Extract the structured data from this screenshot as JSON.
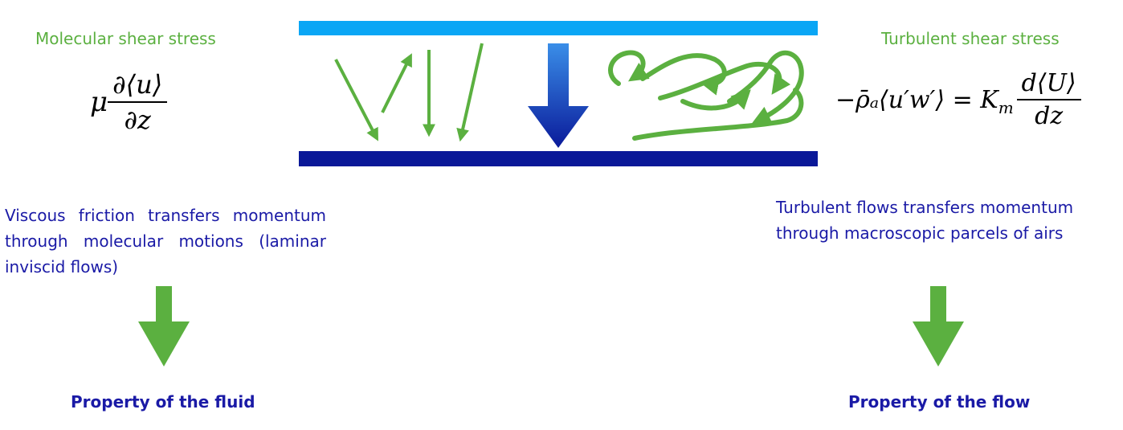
{
  "left": {
    "title": "Molecular shear stress",
    "formula_coef": "μ",
    "formula_num": "∂⟨u⟩",
    "formula_den": "∂z",
    "description": "Viscous friction transfers momentum through molecular motions (laminar inviscid flows)",
    "conclusion": "Property of the fluid"
  },
  "right": {
    "title": "Turbulent shear stress",
    "formula_lhs": "−ρ̄ₐ⟨u′w′⟩ = K",
    "formula_sub": "m",
    "formula_num": "d⟨U⟩",
    "formula_den": "dz",
    "description": "Turbulent flows transfers momentum through macroscopic parcels of airs",
    "conclusion": "Property of the flow"
  },
  "colors": {
    "green": "#5bb040",
    "text_blue": "#1a1aa6",
    "top_plate": "#0aa6f5",
    "bottom_plate": "#0a1898",
    "arrow_top": "#3a8ee8",
    "arrow_bottom": "#0a1a9a"
  }
}
